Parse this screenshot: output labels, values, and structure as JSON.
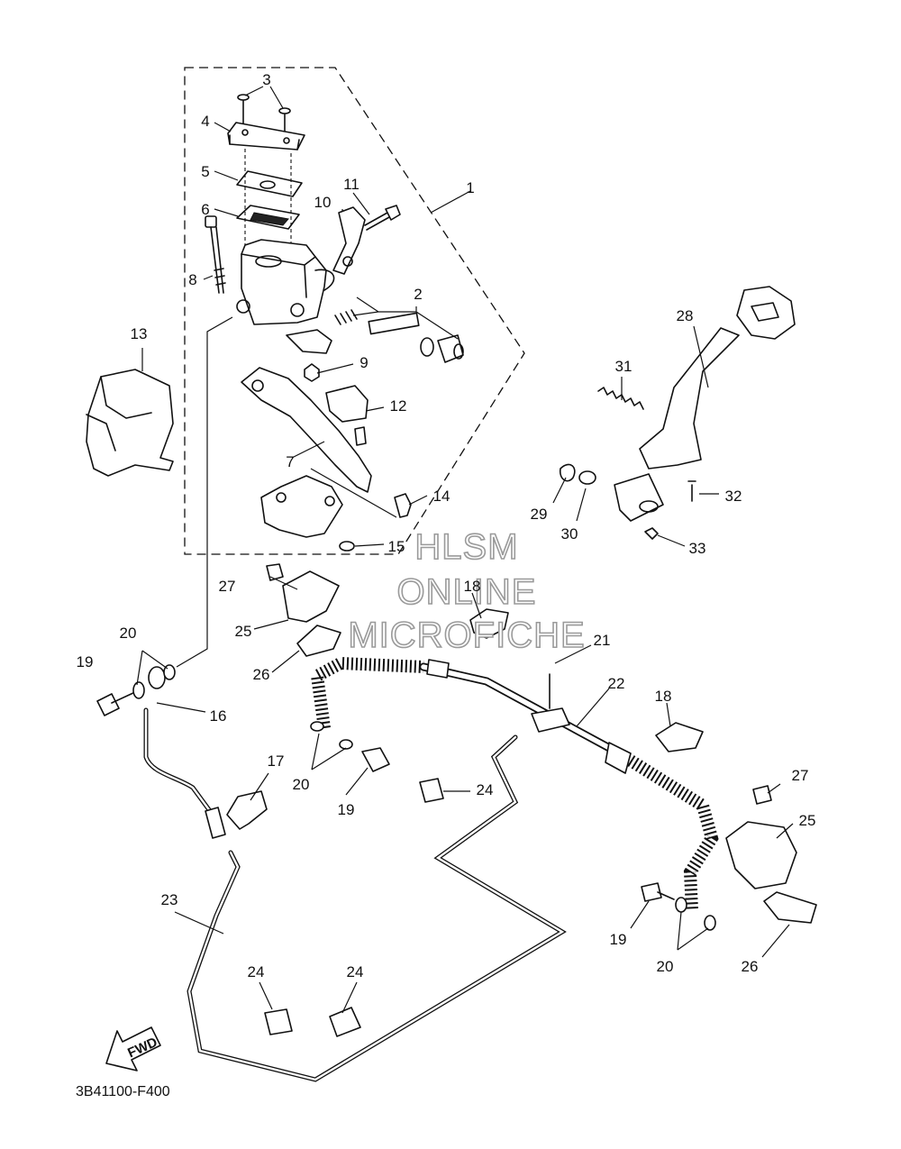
{
  "diagram_code": "3B41100-F400",
  "fwd_label": "FWD",
  "watermark": [
    "HLSM",
    "ONLINE",
    "MICROFICHE"
  ],
  "callouts": {
    "n1": "1",
    "n2": "2",
    "n3": "3",
    "n4": "4",
    "n5": "5",
    "n6": "6",
    "n7": "7",
    "n8": "8",
    "n9": "9",
    "n10": "10",
    "n11": "11",
    "n12": "12",
    "n13": "13",
    "n14": "14",
    "n15": "15",
    "n16": "16",
    "n17": "17",
    "n18a": "18",
    "n18b": "18",
    "n19a": "19",
    "n19b": "19",
    "n19c": "19",
    "n20a": "20",
    "n20b": "20",
    "n20c": "20",
    "n21": "21",
    "n22": "22",
    "n23": "23",
    "n24a": "24",
    "n24b": "24",
    "n24c": "24",
    "n25a": "25",
    "n25b": "25",
    "n26a": "26",
    "n26b": "26",
    "n27a": "27",
    "n27b": "27",
    "n28": "28",
    "n29": "29",
    "n30": "30",
    "n31": "31",
    "n32": "32",
    "n33": "33"
  }
}
